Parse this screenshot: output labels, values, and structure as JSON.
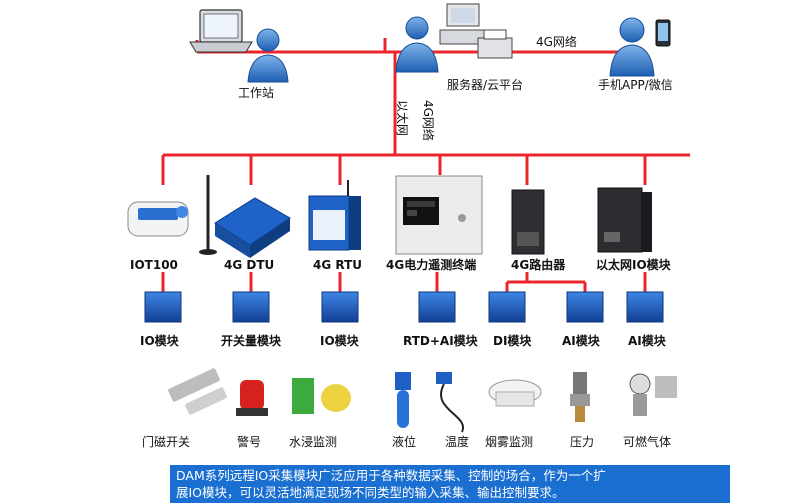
{
  "top": {
    "workstation": "工作站",
    "server": "服务器/云平台",
    "mobile": "手机APP/微信",
    "link_4g": "4G网络",
    "trunk_left": "以太网",
    "trunk_right": "4G网络"
  },
  "devices": {
    "iot100": "IOT100",
    "dtu": "4G DTU",
    "rtu": "4G RTU",
    "power": "4G电力遥测终端",
    "router": "4G路由器",
    "eth_io": "以太网IO模块"
  },
  "modules": {
    "io": "IO模块",
    "switch": "开关量模块",
    "io2": "IO模块",
    "rtd_ai": "RTD+AI模块",
    "di": "DI模块",
    "ai": "AI模块",
    "ai2": "AI模块"
  },
  "sensors": {
    "door": "门磁开关",
    "alarm": "警号",
    "water": "水浸监测",
    "level": "液位",
    "temp": "温度",
    "smoke": "烟雾监测",
    "pressure": "压力",
    "gas": "可燃气体"
  },
  "footer": {
    "line1": "DAM系列远程IO采集模块广泛应用于各种数据采集、控制的场合，作为一个扩",
    "line2": "展IO模块，可以灵活地满足现场不同类型的输入采集、输出控制要求。"
  },
  "colors": {
    "bus": "#e8262b",
    "module": "#1f62c8",
    "footer_bg": "#1a6fd0"
  }
}
